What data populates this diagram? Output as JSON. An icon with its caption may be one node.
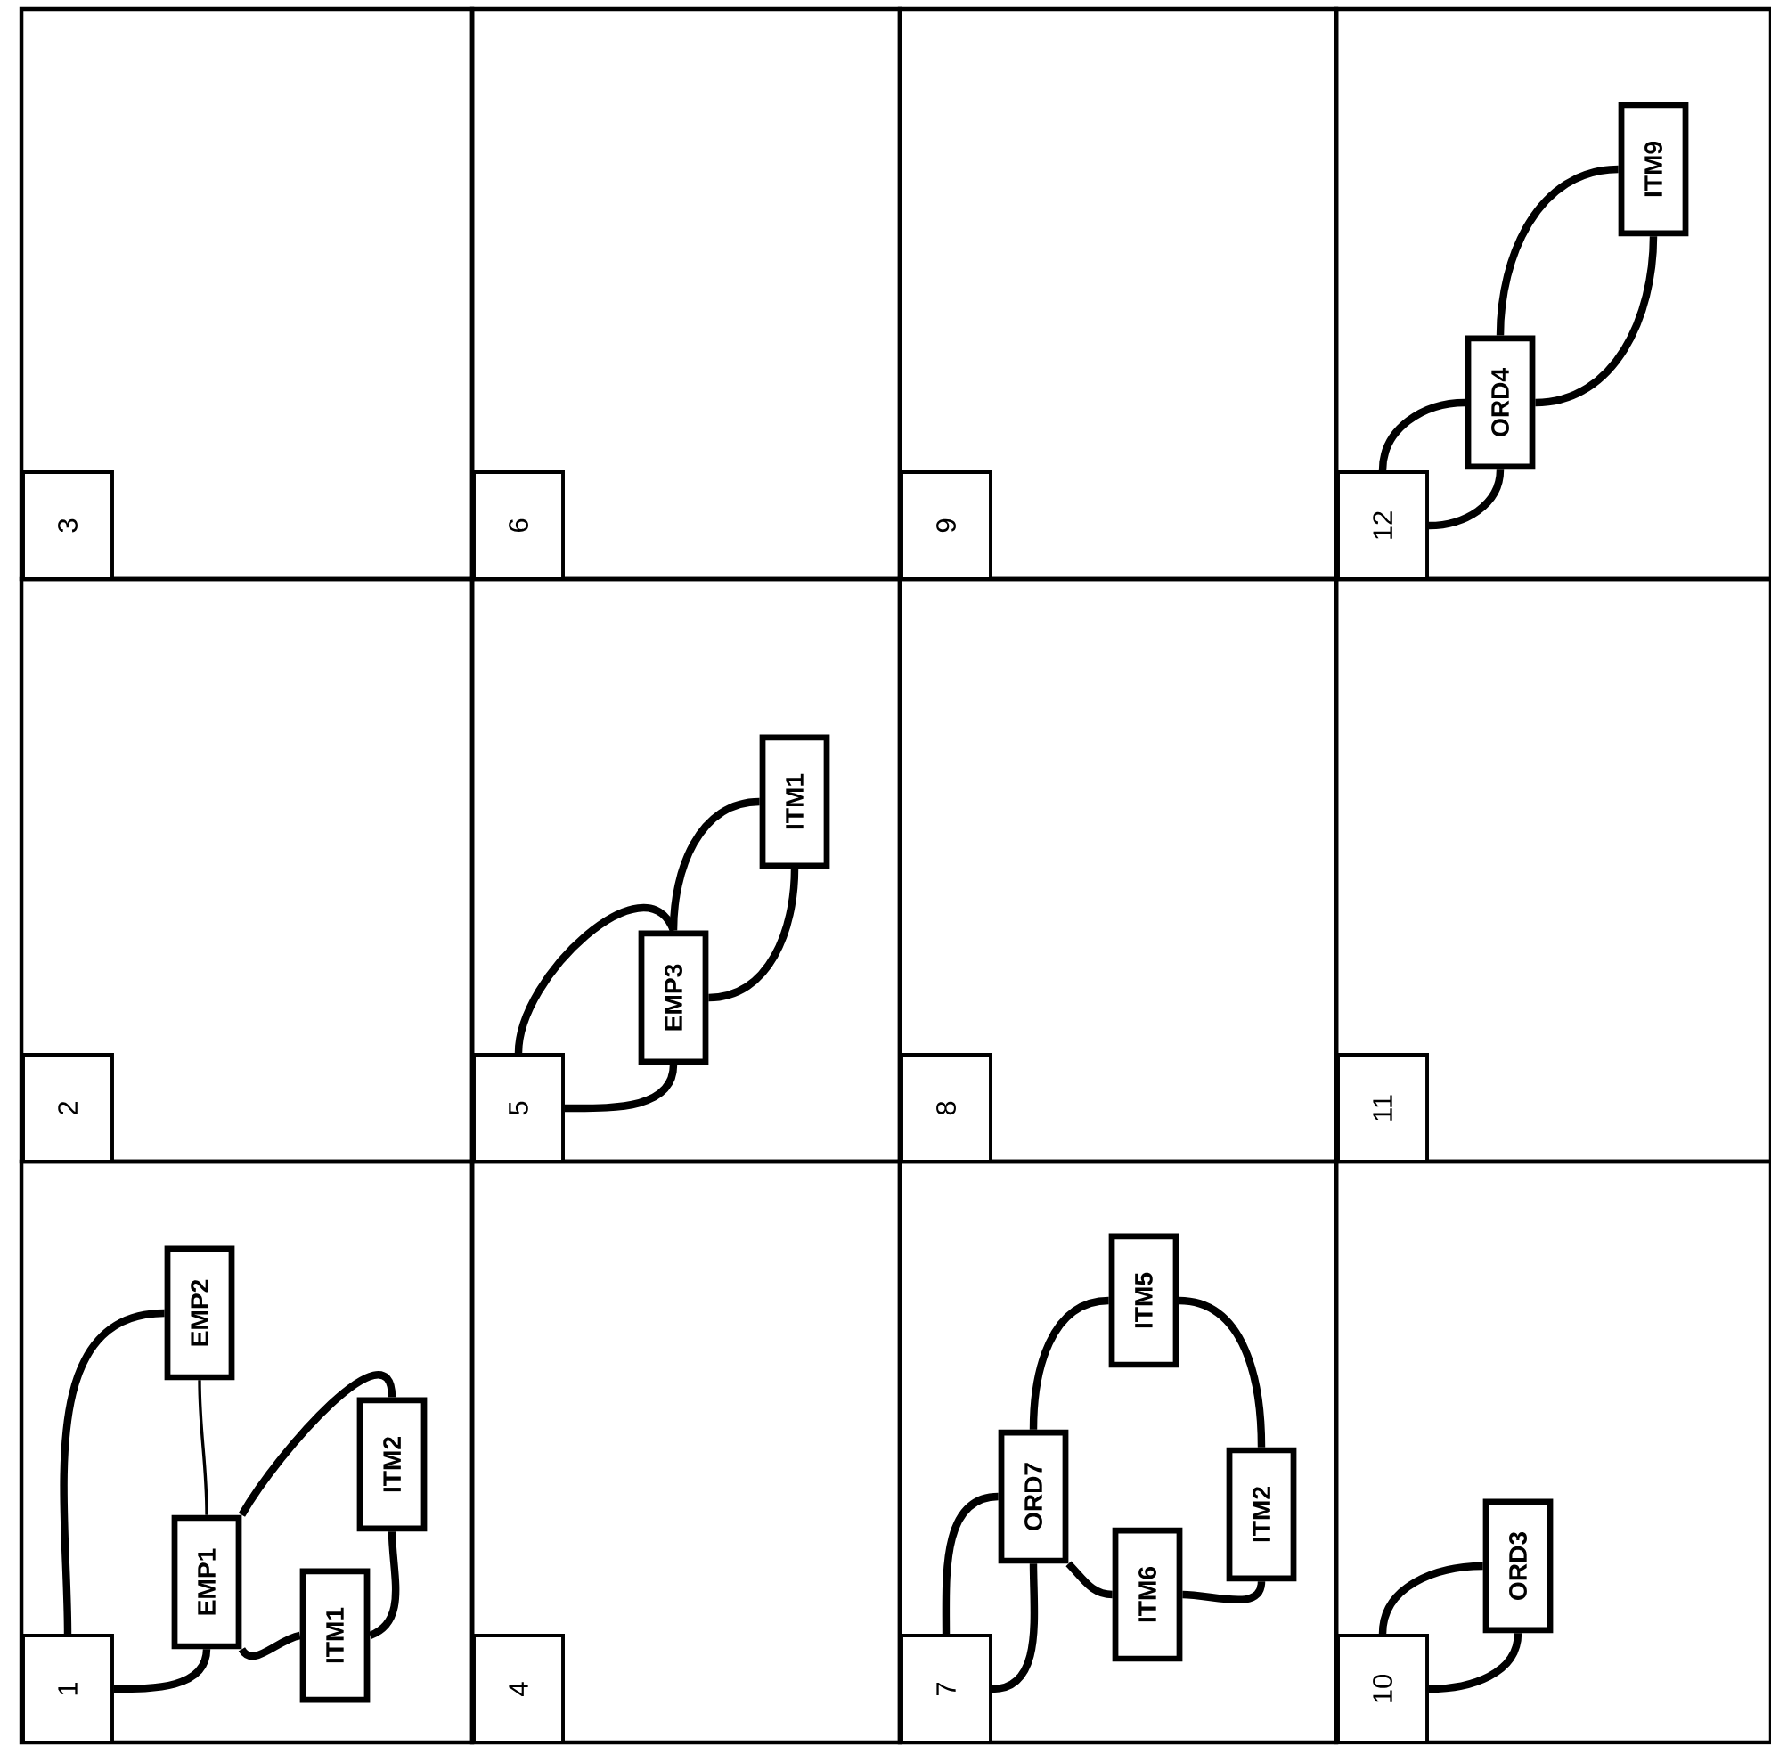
{
  "diagram": {
    "nodes": [
      {
        "text": [],
        "shape": "box"
      },
      {
        "text": [
          "1"
        ],
        "in": 0
      },
      {
        "text": [
          "EMP1"
        ],
        "in": 0
      },
      {
        "text": [
          "EMP2"
        ],
        "in": 0
      },
      {
        "text": [
          "ITM1"
        ],
        "in": 0
      },
      {
        "text": [
          "ITM2"
        ],
        "in": 0
      },
      {
        "text": [],
        "shape": "box"
      },
      {
        "text": [
          "2"
        ],
        "in": 6
      },
      {
        "text": [],
        "shape": "box"
      },
      {
        "text": [
          "3"
        ],
        "in": 8
      },
      {
        "text": [],
        "shape": "box"
      },
      {
        "text": [
          "4"
        ],
        "in": 10
      },
      {
        "text": [],
        "shape": "box"
      },
      {
        "text": [
          "5"
        ],
        "in": 12
      },
      {
        "text": [
          "EMP3"
        ],
        "in": 12
      },
      {
        "text": [
          "ITM1"
        ],
        "in": 12
      },
      {
        "text": [],
        "shape": "box"
      },
      {
        "text": [
          "6"
        ],
        "in": 16
      },
      {
        "text": [],
        "shape": "box"
      },
      {
        "text": [
          "7"
        ],
        "in": 18
      },
      {
        "text": [
          "ORD7"
        ],
        "in": 18
      },
      {
        "text": [
          "ITM5"
        ],
        "in": 18
      },
      {
        "text": [
          "ITM2"
        ],
        "in": 18
      },
      {
        "text": [
          "ITM6"
        ],
        "in": 18
      },
      {
        "text": [],
        "shape": "box"
      },
      {
        "text": [
          "8"
        ],
        "in": 24
      },
      {
        "text": [],
        "shape": "box"
      },
      {
        "text": [
          "9"
        ],
        "in": 26
      },
      {
        "text": [],
        "shape": "box"
      },
      {
        "text": [
          "10"
        ],
        "in": 28
      },
      {
        "text": [
          "ORD3"
        ],
        "in": 28
      },
      {
        "text": [],
        "shape": "box"
      },
      {
        "text": [
          "11"
        ],
        "in": 31
      },
      {
        "text": [],
        "shape": "box"
      },
      {
        "text": [
          "12"
        ],
        "in": 33
      },
      {
        "text": [
          "ORD4"
        ],
        "in": 33
      },
      {
        "text": [
          "ITM9"
        ],
        "in": 33
      }
    ],
    "edges": [
      {
        "from": 1,
        "to": 2,
        "arrow": "none"
      },
      {
        "from": 1,
        "to": 3,
        "arrow": "none"
      },
      {
        "from": 2,
        "to": 3,
        "arrow": "none"
      },
      {
        "from": 2,
        "to": 5,
        "arrow": "none"
      },
      {
        "from": 5,
        "to": 4,
        "arrow": "none"
      },
      {
        "from": 4,
        "to": 2,
        "arrow": "none"
      },
      {
        "from": 13,
        "to": 14,
        "arrow": "none"
      },
      {
        "from": 13,
        "to": 14,
        "arrow": "none"
      },
      {
        "from": 14,
        "to": 15,
        "arrow": "none"
      },
      {
        "from": 14,
        "to": 15,
        "arrow": "none"
      },
      {
        "from": 19,
        "to": 20,
        "arrow": "none"
      },
      {
        "from": 19,
        "to": 20,
        "arrow": "none"
      },
      {
        "from": 20,
        "to": 21,
        "arrow": "none"
      },
      {
        "from": 21,
        "to": 22,
        "arrow": "none"
      },
      {
        "from": 22,
        "to": 23,
        "arrow": "none"
      },
      {
        "from": 23,
        "to": 20,
        "arrow": "none"
      },
      {
        "from": 29,
        "to": 30,
        "arrow": "none"
      },
      {
        "from": 29,
        "to": 30,
        "arrow": "none"
      },
      {
        "from": 34,
        "to": 35,
        "arrow": "none"
      },
      {
        "from": 34,
        "to": 35,
        "arrow": "none"
      },
      {
        "from": 35,
        "to": 36,
        "arrow": "none"
      },
      {
        "from": 35,
        "to": 36,
        "arrow": "none"
      }
    ]
  }
}
